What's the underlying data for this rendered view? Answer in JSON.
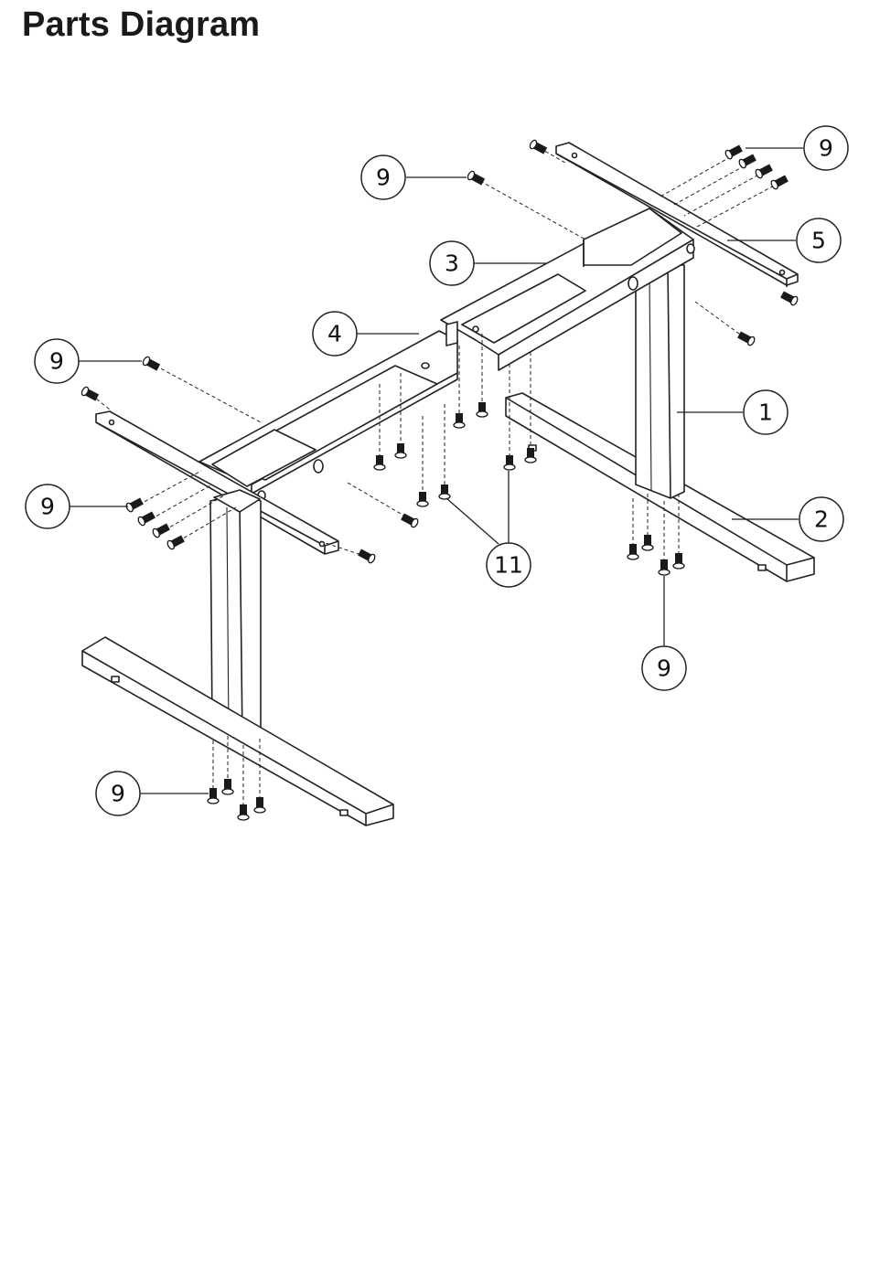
{
  "title": "Parts Diagram",
  "callouts": [
    {
      "id": "c9a",
      "label": "9"
    },
    {
      "id": "c9b",
      "label": "9"
    },
    {
      "id": "c5",
      "label": "5"
    },
    {
      "id": "c3",
      "label": "3"
    },
    {
      "id": "c4",
      "label": "4"
    },
    {
      "id": "c9c",
      "label": "9"
    },
    {
      "id": "c1",
      "label": "1"
    },
    {
      "id": "c9d",
      "label": "9"
    },
    {
      "id": "c2",
      "label": "2"
    },
    {
      "id": "c11",
      "label": "11"
    },
    {
      "id": "c9e",
      "label": "9"
    },
    {
      "id": "c9f",
      "label": "9"
    }
  ]
}
